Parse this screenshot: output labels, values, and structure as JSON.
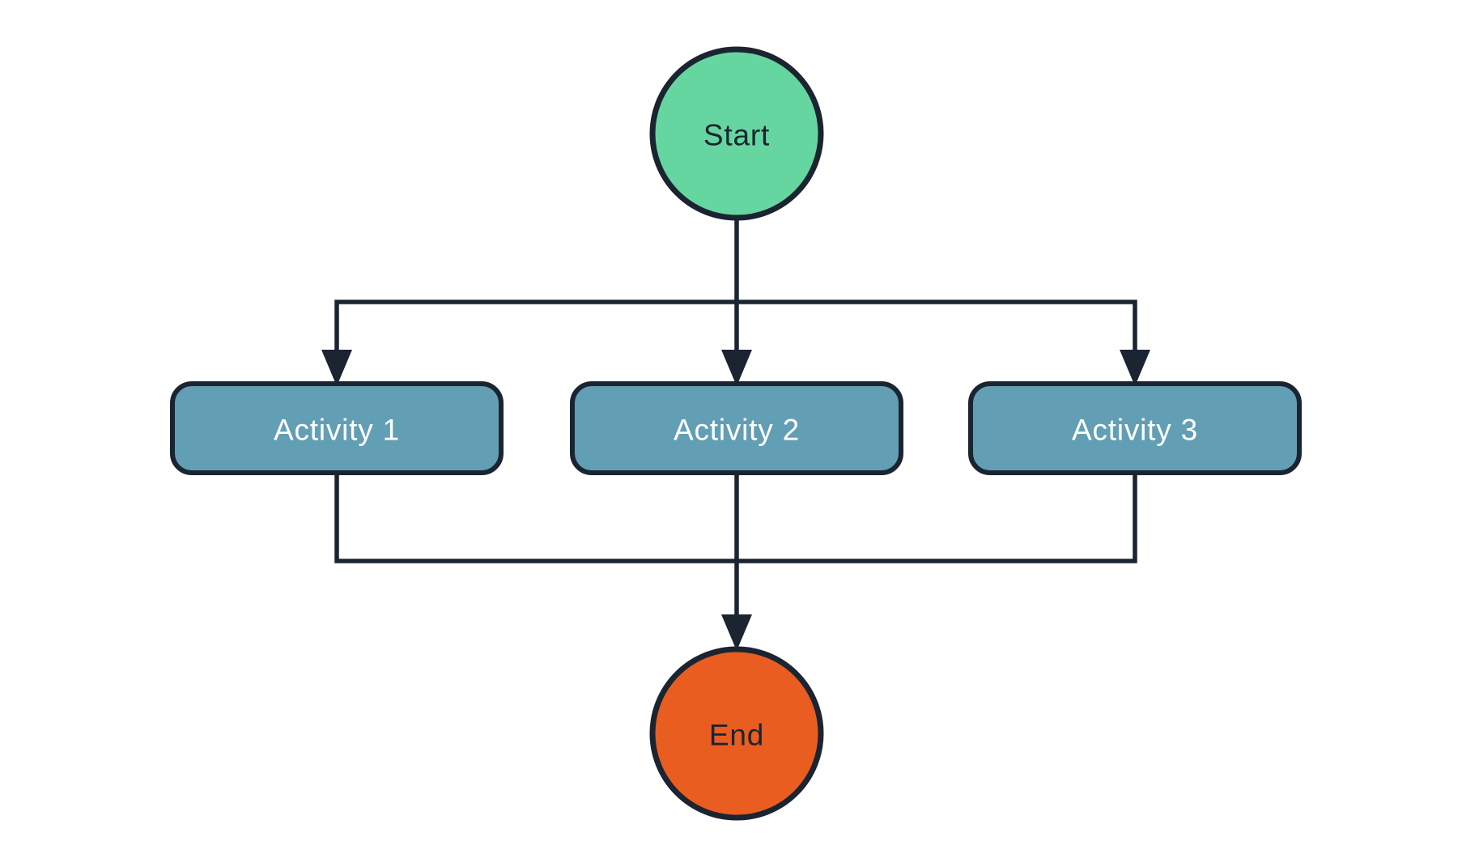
{
  "diagram": {
    "type": "flowchart",
    "nodes": [
      {
        "id": "start",
        "shape": "circle",
        "label": "Start"
      },
      {
        "id": "activity-1",
        "shape": "rounded-rect",
        "label": "Activity 1"
      },
      {
        "id": "activity-2",
        "shape": "rounded-rect",
        "label": "Activity 2"
      },
      {
        "id": "activity-3",
        "shape": "rounded-rect",
        "label": "Activity 3"
      },
      {
        "id": "end",
        "shape": "circle",
        "label": "End"
      }
    ],
    "edges": [
      {
        "from": "start",
        "to": "activity-1",
        "arrow": true
      },
      {
        "from": "start",
        "to": "activity-2",
        "arrow": true
      },
      {
        "from": "start",
        "to": "activity-3",
        "arrow": true
      },
      {
        "from": "activity-1",
        "to": "end",
        "arrow": true
      },
      {
        "from": "activity-2",
        "to": "end",
        "arrow": true
      },
      {
        "from": "activity-3",
        "to": "end",
        "arrow": true
      }
    ]
  },
  "colors": {
    "background": "#FFFFFF",
    "line": "#1B2431",
    "start_fill": "#66D6A0",
    "end_fill": "#E95D20",
    "activity_fill": "#639FB4",
    "activity_text": "#FFFFFF",
    "terminal_text": "#1B2431"
  }
}
